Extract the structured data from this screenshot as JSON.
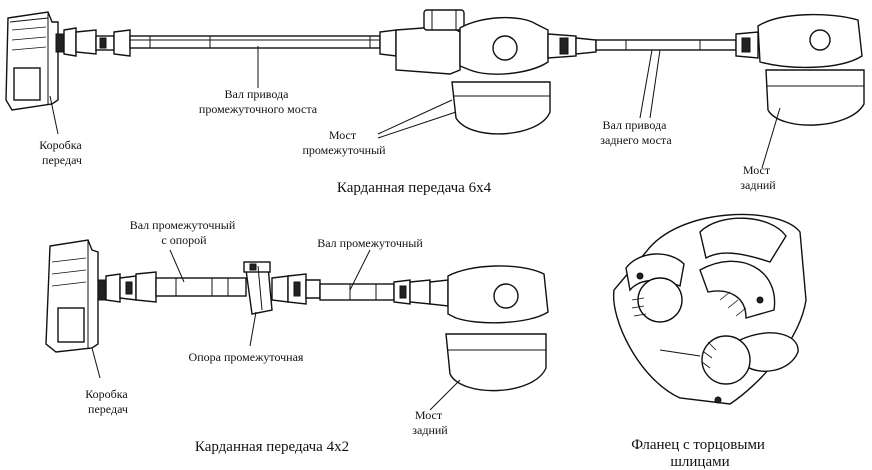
{
  "diagram_6x4": {
    "gearbox_label": [
      "Коробка",
      "передач"
    ],
    "shaft_middle_label": [
      "Вал привода",
      "промежуточного моста"
    ],
    "axle_middle_label": [
      "Мост",
      "промежуточный"
    ],
    "shaft_rear_label": [
      "Вал привода",
      "заднего моста"
    ],
    "axle_rear_label": [
      "Мост",
      "задний"
    ],
    "caption": "Карданная передача 6х4"
  },
  "diagram_4x2": {
    "shaft_support_label": [
      "Вал промежуточный",
      "с опорой"
    ],
    "shaft_middle_label": "Вал промежуточный",
    "support_label": "Опора промежуточная",
    "gearbox_label": [
      "Коробка",
      "передач"
    ],
    "axle_rear_label": [
      "Мост",
      "задний"
    ],
    "caption": "Карданная передача 4х2"
  },
  "flange": {
    "caption": [
      "Фланец с торцовыми",
      "шлицами"
    ]
  }
}
